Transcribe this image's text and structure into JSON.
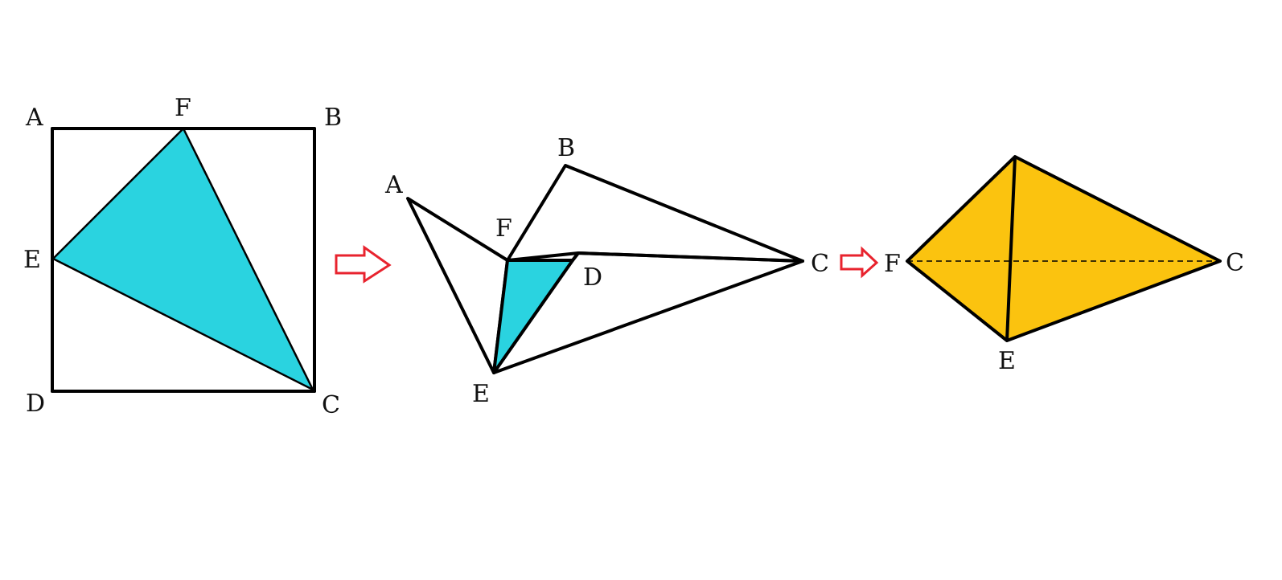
{
  "colors": {
    "paper": "#FBC30F",
    "triangle": "#2AD3E0",
    "outline": "#000000",
    "arrow": "#E8232E"
  },
  "stage1": {
    "labels": {
      "A": "A",
      "F": "F",
      "B": "B",
      "E": "E",
      "D": "D",
      "C": "C"
    }
  },
  "stage2": {
    "labels": {
      "A": "A",
      "B": "B",
      "F": "F",
      "D": "D",
      "C": "C",
      "E": "E"
    }
  },
  "stage3": {
    "labels": {
      "F": "F",
      "C": "C",
      "E": "E"
    }
  },
  "arrows": [
    "right-arrow",
    "right-arrow"
  ]
}
